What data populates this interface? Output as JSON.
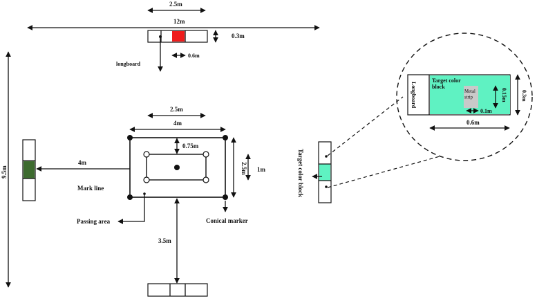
{
  "labels": {
    "top_width": "2.5m",
    "total_length": "12m",
    "board_height": "0.3m",
    "longboard": "longboard",
    "red_width": "0.6m",
    "height_total": "9.5m",
    "rect_width": "2.5m",
    "rect_inner_width": "4m",
    "inner_gap": "0.75m",
    "rect_height": "2.5m",
    "inner_height": "1m",
    "left_distance": "4m",
    "mark_line": "Mark line",
    "passing_area": "Passing area",
    "conical_marker": "Conical marker",
    "bottom_distance": "3.5m",
    "target_color_block_side": "Target color block",
    "zoom_longboard": "Longboard",
    "zoom_target_block": "Target color block",
    "zoom_metal_strip": "Metal strip",
    "zoom_height_015": "0.15m",
    "zoom_height_03": "0.3m",
    "zoom_width_01": "0.1m",
    "zoom_width_06": "0.6m"
  },
  "colors": {
    "red_block": "#ee1c1c",
    "green_block": "#3d6b2f",
    "cyan_block": "#5ff2c2",
    "metal_strip": "#c9c9c9"
  }
}
